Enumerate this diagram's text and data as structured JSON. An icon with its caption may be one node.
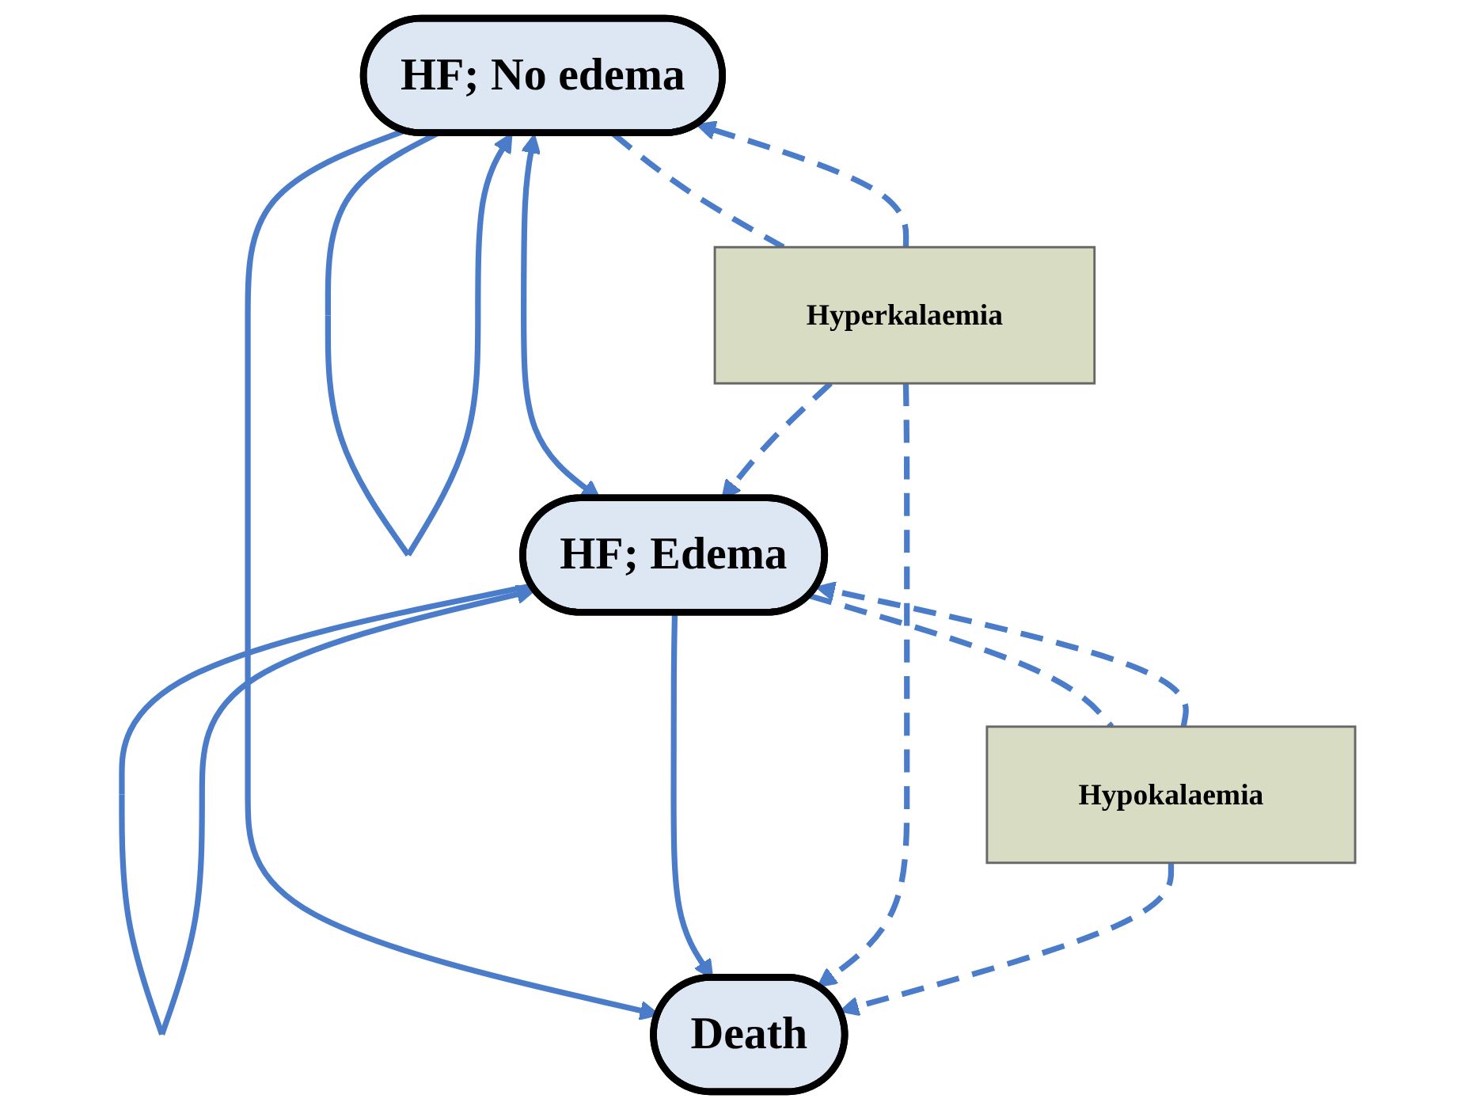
{
  "diagram": {
    "nodes": [
      {
        "text": [
          "HF; No edema"
        ]
      },
      {
        "text": [
          "HF; Edema"
        ]
      },
      {
        "text": [
          "Hyperkalaemia"
        ]
      },
      {
        "text": [
          "Hypokalaemia"
        ]
      },
      {
        "text": [
          "Death"
        ]
      }
    ],
    "edges": [
      {
        "from": 0,
        "to": 0,
        "arrow": "to"
      },
      {
        "from": 1,
        "to": 1,
        "arrow": "to"
      },
      {
        "from": 0,
        "to": 1,
        "arrow": "both"
      },
      {
        "from": 0,
        "to": 4,
        "arrow": "to"
      },
      {
        "from": 1,
        "to": 4,
        "arrow": "to"
      },
      {
        "from": 0,
        "to": 2,
        "arrow": "none",
        "style": "dashed"
      },
      {
        "from": 2,
        "to": 0,
        "arrow": "to",
        "style": "dashed"
      },
      {
        "from": 2,
        "to": 1,
        "arrow": "to",
        "style": "dashed"
      },
      {
        "from": 2,
        "to": 4,
        "arrow": "to",
        "style": "dashed"
      },
      {
        "from": 1,
        "to": 3,
        "arrow": "none",
        "style": "dashed"
      },
      {
        "from": 3,
        "to": 1,
        "arrow": "to",
        "style": "dashed"
      },
      {
        "from": 3,
        "to": 4,
        "arrow": "to",
        "style": "dashed"
      }
    ]
  }
}
